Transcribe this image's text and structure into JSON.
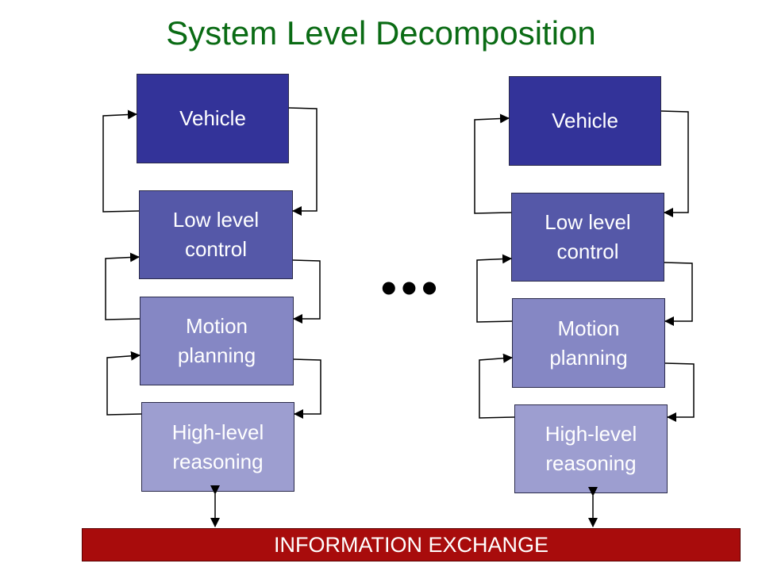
{
  "title": "System Level Decomposition",
  "left_stack": {
    "vehicle": "Vehicle",
    "low_level": "Low level\ncontrol",
    "motion": "Motion\nplanning",
    "high_level": "High-level\nreasoning"
  },
  "right_stack": {
    "vehicle": "Vehicle",
    "low_level": "Low level\ncontrol",
    "motion": "Motion\nplanning",
    "high_level": "High-level\nreasoning"
  },
  "ellipsis": "•••",
  "bus_label": "INFORMATION EXCHANGE",
  "colors": {
    "title": "#0a6b14",
    "vehicle": "#333399",
    "low_level": "#5558a8",
    "motion": "#8587c4",
    "high_level": "#9d9ed0",
    "bus": "#a80c0c"
  }
}
